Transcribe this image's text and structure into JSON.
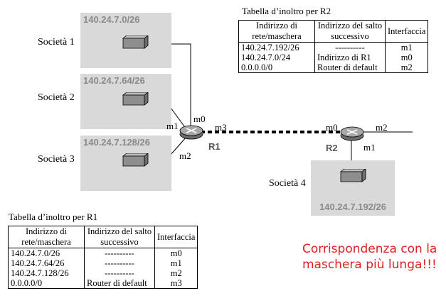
{
  "subnets": [
    {
      "id": "s1",
      "prefix": "140.24.7.0/26",
      "society": "Società 1"
    },
    {
      "id": "s2",
      "prefix": "140.24.7.64/26",
      "society": "Società 2"
    },
    {
      "id": "s3",
      "prefix": "140.24.7.128/26",
      "society": "Società 3"
    },
    {
      "id": "s4",
      "prefix": "140.24.7.192/26",
      "society": "Società 4"
    }
  ],
  "routers": {
    "r1": {
      "name": "R1",
      "interfaces": {
        "m0": "m0",
        "m1": "m1",
        "m2": "m2",
        "m3": "m3"
      }
    },
    "r2": {
      "name": "R2",
      "interfaces": {
        "m0": "m0",
        "m1": "m1",
        "m2": "m2"
      }
    }
  },
  "table_r2": {
    "caption": "Tabella d’inoltro per R2",
    "headers": [
      "Indirizzo di rete/maschera",
      "Indirizzo del salto successivo",
      "Interfaccia"
    ],
    "rows": [
      [
        "140.24.7.192/26",
        "----------",
        "m1"
      ],
      [
        "140.24.7.0/24",
        "Indirizzo di R1",
        "m0"
      ],
      [
        "0.0.0.0/0",
        "Router di default",
        "m2"
      ]
    ]
  },
  "table_r1": {
    "caption": "Tabella d’inoltro per R1",
    "headers": [
      "Indirizzo di rete/maschera",
      "Indirizzo del salto successivo",
      "Interfaccia"
    ],
    "rows": [
      [
        "140.24.7.0/26",
        "----------",
        "m0"
      ],
      [
        "140.24.7.64/26",
        "----------",
        "m1"
      ],
      [
        "140.24.7.128/26",
        "----------",
        "m2"
      ],
      [
        "0.0.0.0/0",
        "Router di default",
        "m3"
      ]
    ]
  },
  "note": "Corrispondenza con la maschera più lunga!!!"
}
